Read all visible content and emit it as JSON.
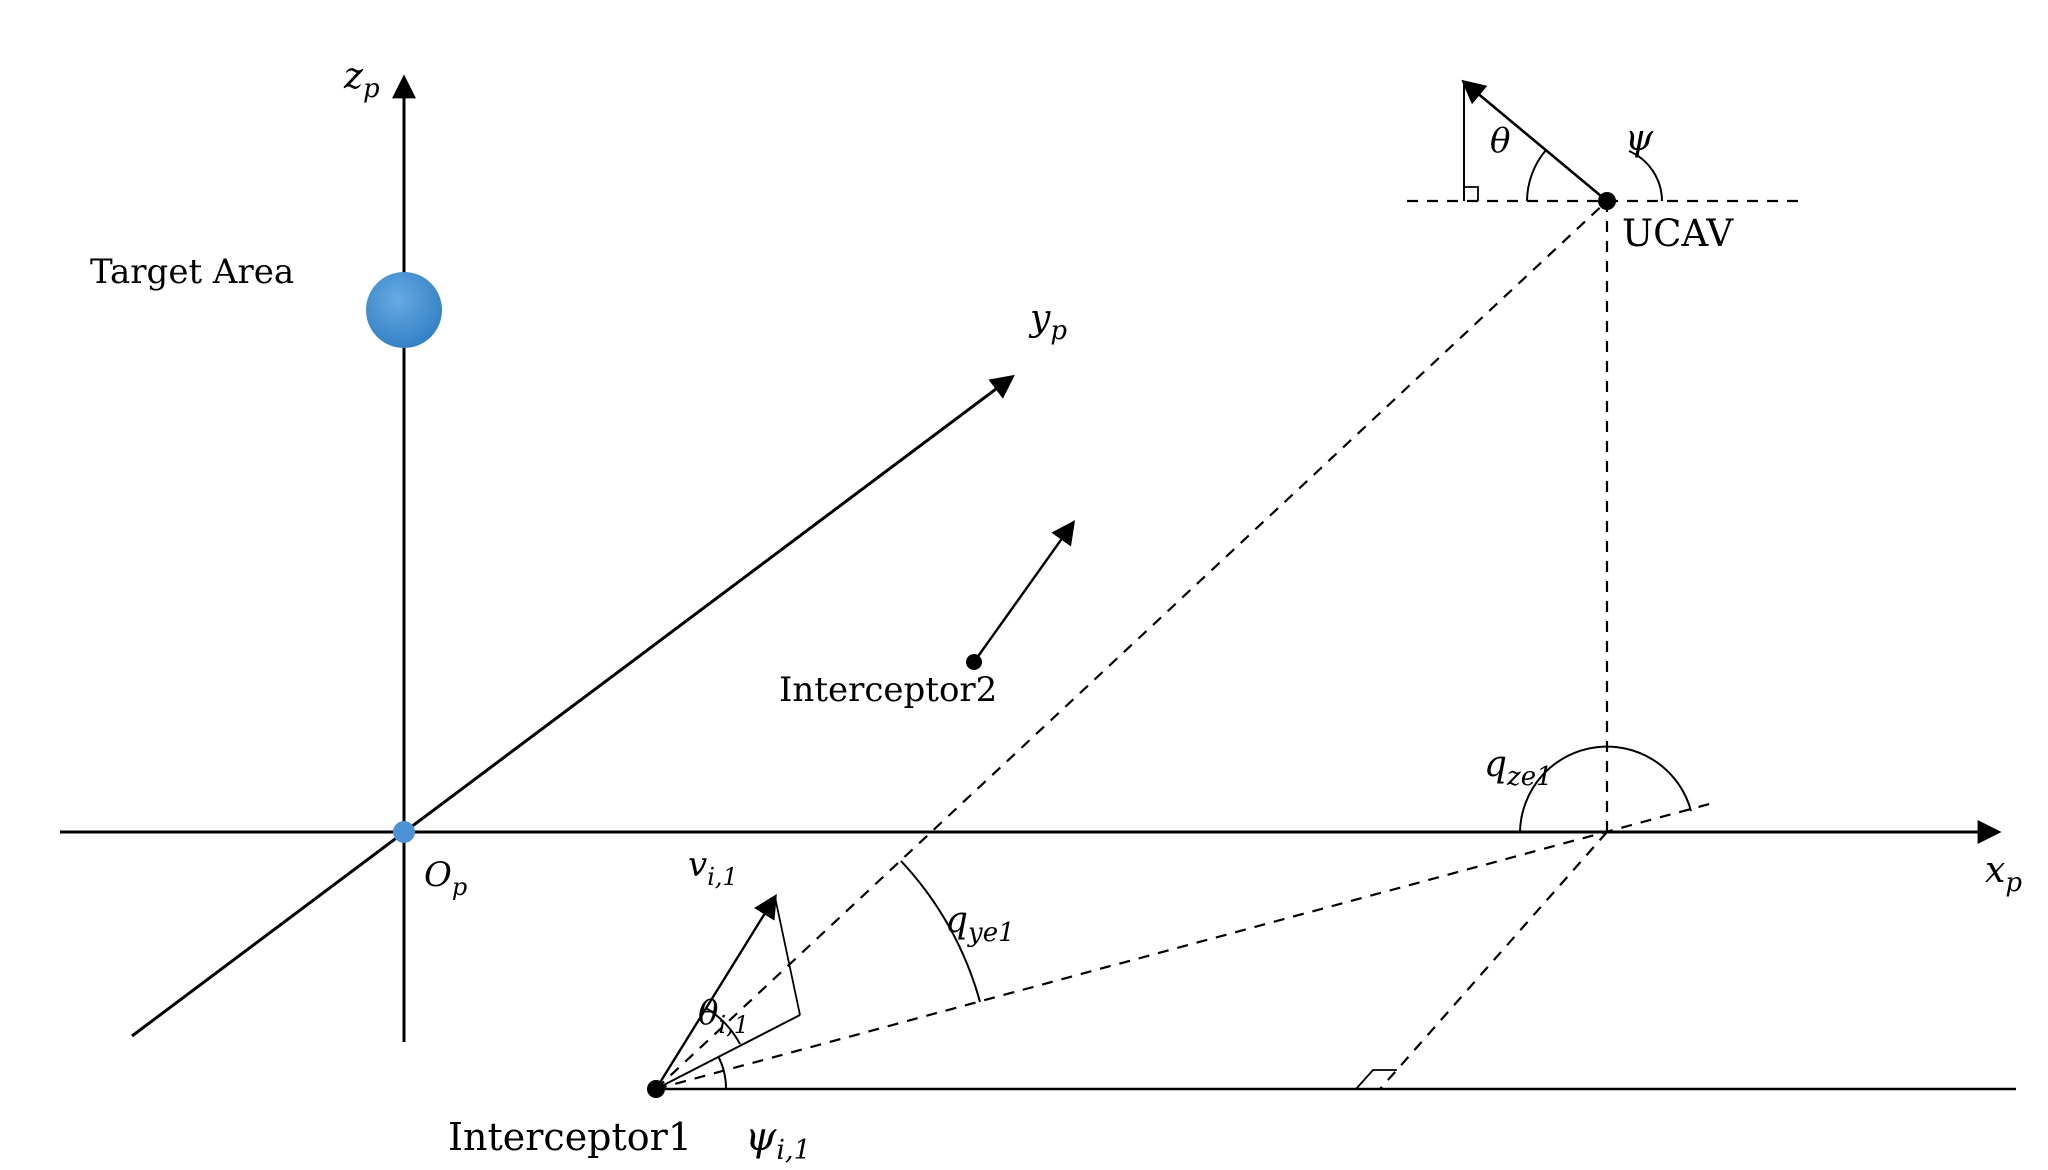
{
  "figure": {
    "background": "#ffffff",
    "line_color": "#000000",
    "target_fill_inner": "#66abe3",
    "target_fill_outer": "#2e7cc2",
    "origin_dot_color": "#4b92d8"
  },
  "labels": {
    "z_axis": {
      "main": "z",
      "sub": "p"
    },
    "y_axis": {
      "main": "y",
      "sub": "p"
    },
    "x_axis": {
      "main": "x",
      "sub": "p"
    },
    "origin": {
      "main": "O",
      "sub": "p"
    },
    "target_area": "Target Area",
    "interceptor1": "Interceptor1",
    "interceptor2": "Interceptor2",
    "ucav": "UCAV",
    "theta": "θ",
    "psi": "ψ",
    "q_ye1": {
      "main": "q",
      "sub": "ye1"
    },
    "q_ze1": {
      "main": "q",
      "sub": "ze1"
    },
    "v_i1": {
      "main": "v",
      "sub": "i,1"
    },
    "theta_i1": {
      "main": "θ",
      "sub": "i,1"
    },
    "psi_i1": {
      "main": "ψ",
      "sub": "i,1"
    }
  }
}
